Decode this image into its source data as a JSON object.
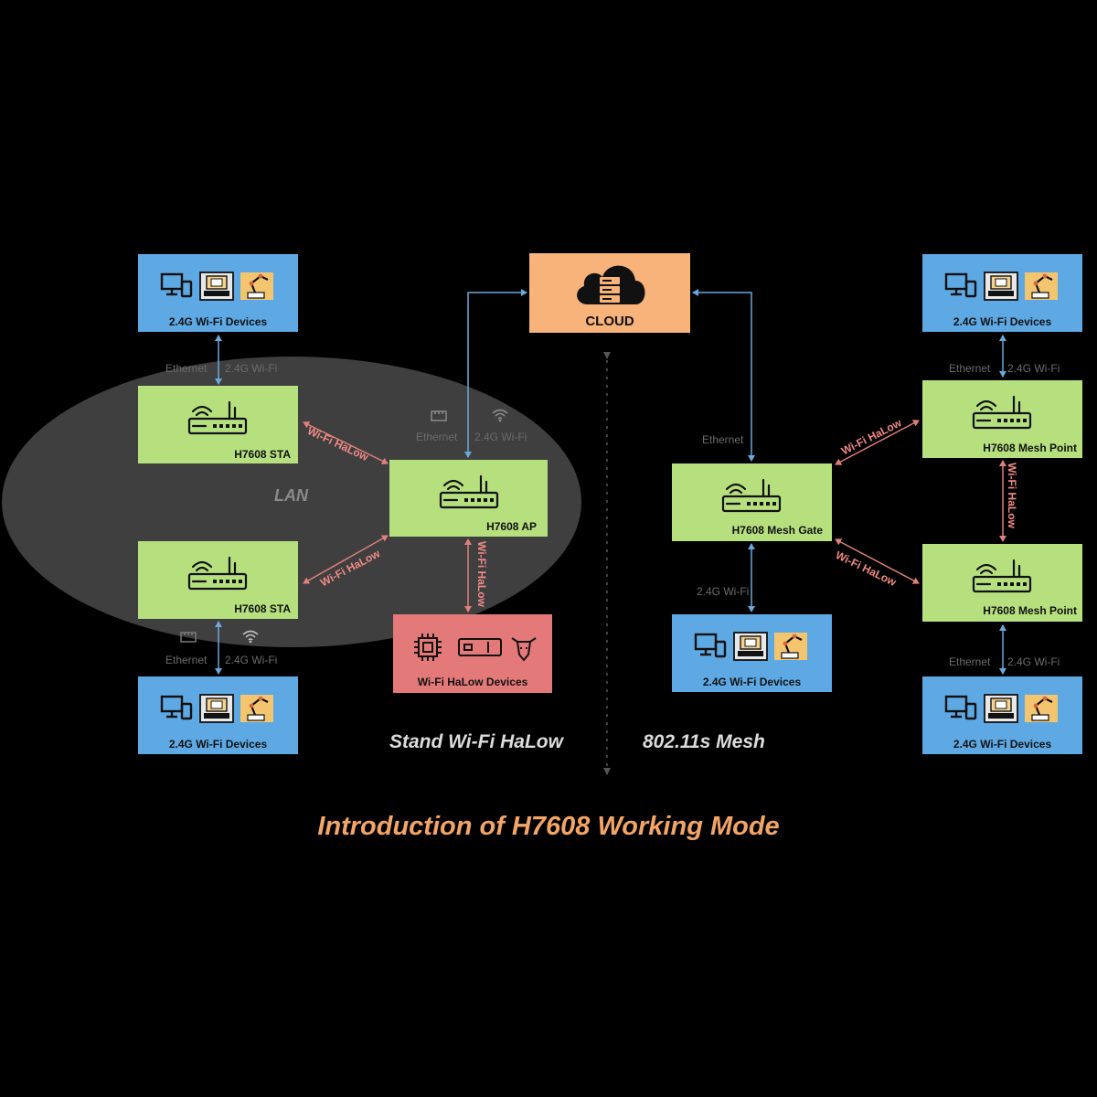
{
  "title": "Introduction of H7608 Working Mode",
  "sections": {
    "standard": "Stand Wi-Fi HaLow",
    "mesh": "802.11s Mesh"
  },
  "lan_label": "LAN",
  "cloud": {
    "label": "CLOUD"
  },
  "left": {
    "top_devices": "2.4G Wi-Fi Devices",
    "bottom_devices": "2.4G Wi-Fi Devices",
    "sta_top": "H7608 STA",
    "sta_bottom": "H7608 STA",
    "ap": "H7608 AP",
    "halow_devices": "Wi-Fi HaLow Devices"
  },
  "right": {
    "top_devices": "2.4G Wi-Fi Devices",
    "bottom_devices": "2.4G Wi-Fi Devices",
    "mesh_gate": "H7608 Mesh Gate",
    "mesh_point_top": "H7608 Mesh Point",
    "mesh_point_bottom": "H7608 Mesh Point",
    "gate_devices": "2.4G Wi-Fi Devices"
  },
  "links": {
    "ethernet": "Ethernet",
    "wifi24": "2.4G Wi-Fi",
    "halow": "Wi-Fi HaLow"
  },
  "colors": {
    "device_box": "#5ea9e4",
    "node_box": "#b6e07e",
    "cloud_box": "#f7b37a",
    "halow_box": "#e4797a",
    "blue_link": "#6aa8dc",
    "halow_link": "#e0807b",
    "title": "#f3a567"
  },
  "icons": {
    "device": [
      "monitor-phone-icon",
      "machine-icon",
      "robot-arm-icon"
    ],
    "router": "router-icon",
    "cloud": "cloud-server-icon",
    "halow_devices": [
      "chip-icon",
      "sensor-icon",
      "cattle-icon"
    ]
  }
}
